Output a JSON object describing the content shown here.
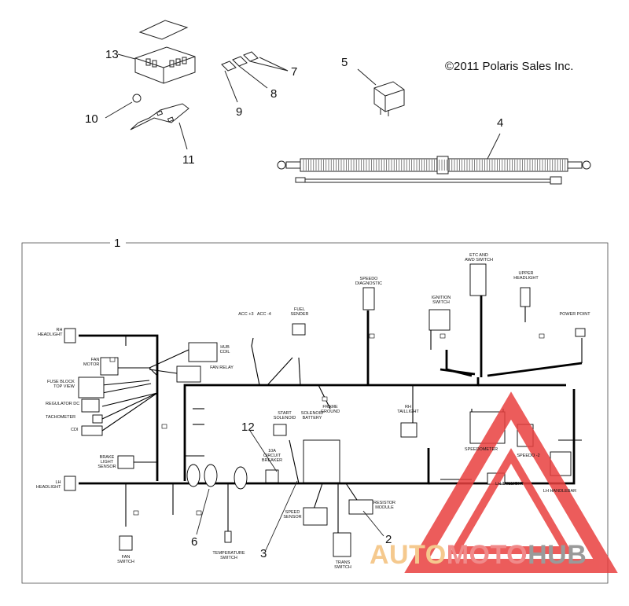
{
  "copyright": "©2011 Polaris Sales Inc.",
  "callouts": {
    "c1": "1",
    "c2": "2",
    "c3": "3",
    "c4": "4",
    "c5": "5",
    "c6": "6",
    "c7": "7",
    "c8": "8",
    "c9": "9",
    "c10": "10",
    "c11": "11",
    "c12": "12",
    "c13": "13"
  },
  "harness_labels": {
    "rh_headlight": "RH\nHEADLIGHT",
    "lh_headlight": "LH\nHEADLIGHT",
    "fan_motor": "FAN\nMOTOR",
    "fuse_block": "FUSE BLOCK\nTOP VIEW",
    "regulator": "REGULATOR DC",
    "tachometer": "TACHOMETER",
    "cdi": "CDI",
    "hub_coil": "HUB\nCOIL",
    "fan_relay": "FAN RELAY",
    "brake_light": "BRAKE\nLIGHT\nSENSOR",
    "fan_switch": "FAN\nSWITCH",
    "acc": "ACC +3   ACC -4",
    "fuel_sender": "FUEL\nSENDER",
    "speedo_diag": "SPEEDO\nDIAGNOSTIC",
    "ignition": "IGNITION\nSWITCH",
    "etc_awd": "ETC AND\nAWD SWITCH",
    "upper_headlight": "UPPER\nHEADLIGHT",
    "power_point": "POWER POINT",
    "rh_taillight": "RH\nTAILLIGHT",
    "frame_ground": "FRAME\nGROUND",
    "start_solenoid": "START\nSOLENOID",
    "solenoid_battery": "SOLENOID\nBATTERY",
    "circuit_breaker": "10A\nCIRCUIT\nBREAKER",
    "speed_sensor": "SPEED\nSENSOR",
    "resistor_module": "RESISTOR\nMODULE",
    "trans_switch": "TRANS\nSWITCH",
    "temperature_switch": "TEMPERATURE\nSWITCH",
    "speedometer": "SPEEDOMETER",
    "speedo2": "SPEEDO -2",
    "lh_taillight": "LH TAILLIGHT",
    "lh_handlebar": "LH HANDLEBAR"
  },
  "watermark": {
    "part1": "AUTO",
    "part2": "MOTO",
    "part3": "HUB",
    "colors": {
      "auto": "#f5c98e",
      "moto": "#f08a8a",
      "hub": "#9a9a9a",
      "triangle": "#e9403f"
    }
  }
}
